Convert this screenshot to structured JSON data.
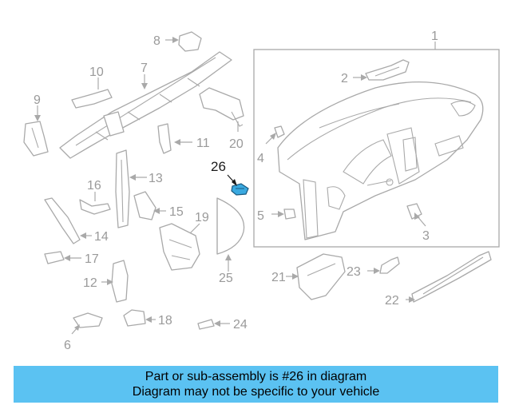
{
  "callouts": {
    "c1": "1",
    "c2": "2",
    "c3": "3",
    "c4": "4",
    "c5": "5",
    "c6": "6",
    "c7": "7",
    "c8": "8",
    "c9": "9",
    "c10": "10",
    "c11": "11",
    "c12": "12",
    "c13": "13",
    "c14": "14",
    "c15": "15",
    "c16": "16",
    "c17": "17",
    "c18": "18",
    "c19": "19",
    "c20": "20",
    "c21": "21",
    "c22": "22",
    "c23": "23",
    "c24": "24",
    "c25": "25",
    "c26": "26"
  },
  "highlighted_callout": "26",
  "colors": {
    "highlight_part": "#3aa9e0",
    "banner": "#5bc2f2",
    "lines": "#a9a9a9"
  },
  "banner": {
    "line1": "Part or sub-assembly is #26 in diagram",
    "line2": "Diagram may not be specific to your vehicle"
  }
}
